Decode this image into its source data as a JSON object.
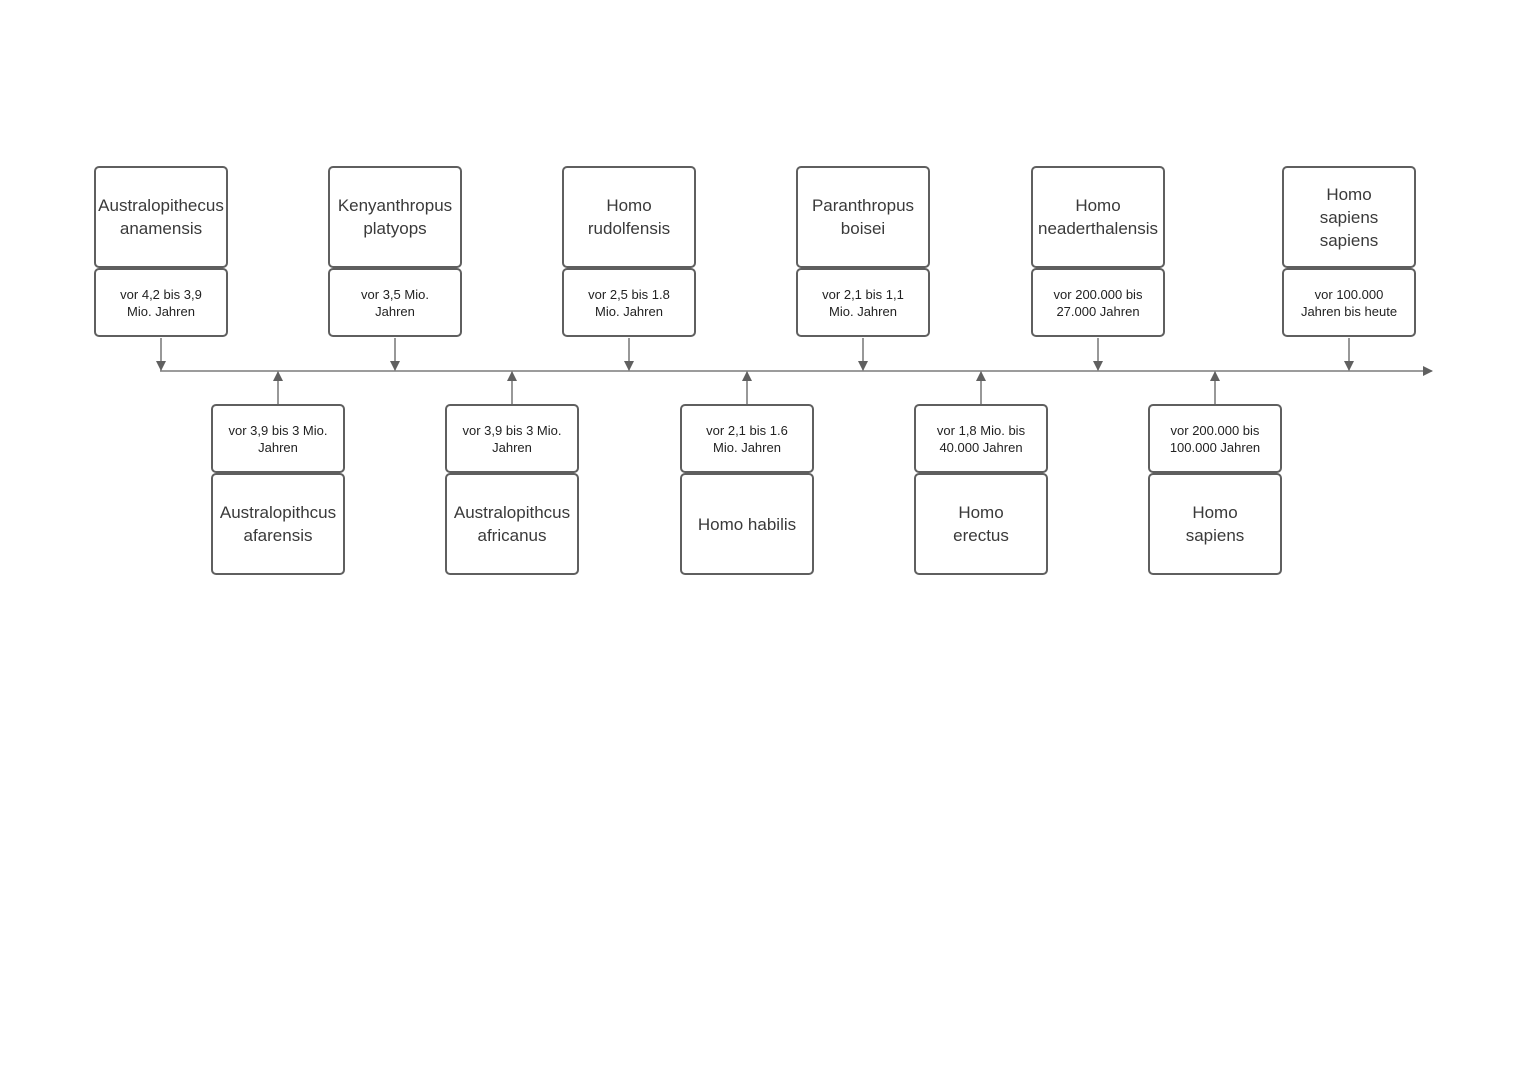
{
  "timeline": {
    "top_row": [
      {
        "species": "Australopithecus\nanamensis",
        "period": "vor 4,2 bis 3,9\nMio. Jahren"
      },
      {
        "species": "Kenyanthropus\nplatyops",
        "period": "vor 3,5 Mio.\nJahren"
      },
      {
        "species": "Homo\nrudolfensis",
        "period": "vor 2,5 bis 1.8\nMio. Jahren"
      },
      {
        "species": "Paranthropus\nboisei",
        "period": "vor 2,1 bis 1,1\nMio. Jahren"
      },
      {
        "species": "Homo\nneaderthalensis",
        "period": "vor 200.000 bis\n27.000 Jahren"
      },
      {
        "species": "Homo\nsapiens\nsapiens",
        "period": "vor 100.000\nJahren bis heute"
      }
    ],
    "bottom_row": [
      {
        "species": "Australopithcus\nafarensis",
        "period": "vor 3,9 bis 3 Mio.\nJahren"
      },
      {
        "species": "Australopithcus\nafricanus",
        "period": "vor 3,9 bis 3 Mio.\nJahren"
      },
      {
        "species": "Homo habilis",
        "period": "vor 2,1 bis 1.6\nMio. Jahren"
      },
      {
        "species": "Homo\nerectus",
        "period": "vor 1,8 Mio. bis\n40.000 Jahren"
      },
      {
        "species": "Homo\nsapiens",
        "period": "vor 200.000 bis\n100.000 Jahren"
      }
    ]
  },
  "colors": {
    "border": "#5f5f5f",
    "line": "#606060"
  }
}
